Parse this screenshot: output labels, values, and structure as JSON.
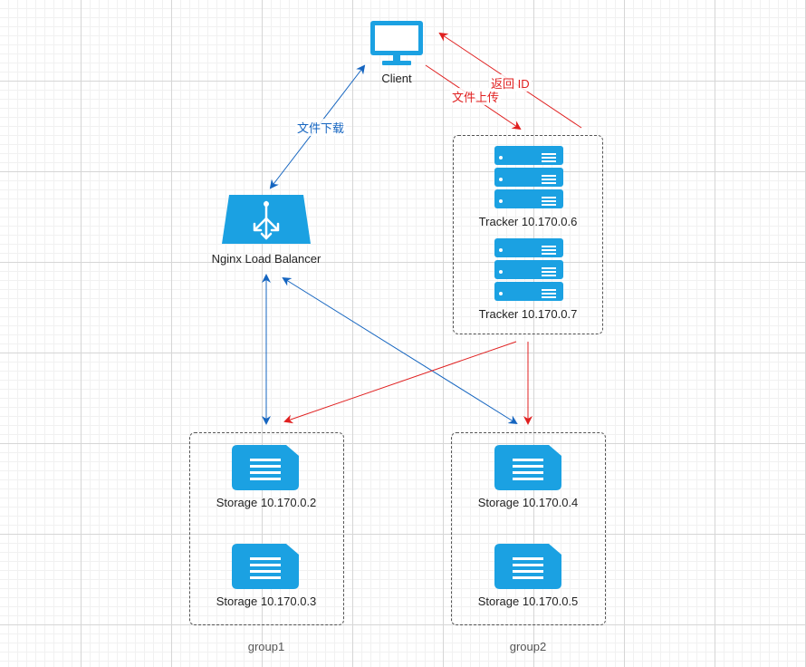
{
  "client": {
    "label": "Client"
  },
  "nginx": {
    "label": "Nginx Load Balancer"
  },
  "trackers": [
    {
      "label": "Tracker 10.170.0.6"
    },
    {
      "label": "Tracker 10.170.0.7"
    }
  ],
  "groups": [
    {
      "name": "group1",
      "storages": [
        {
          "label": "Storage 10.170.0.2"
        },
        {
          "label": "Storage 10.170.0.3"
        }
      ]
    },
    {
      "name": "group2",
      "storages": [
        {
          "label": "Storage 10.170.0.4"
        },
        {
          "label": "Storage 10.170.0.5"
        }
      ]
    }
  ],
  "edges": {
    "download": "文件下载",
    "upload": "文件上传",
    "return_id": "返回 ID"
  },
  "colors": {
    "icon": "#1ba1e2",
    "blue_edge": "#1565c0",
    "red_edge": "#e02020"
  }
}
